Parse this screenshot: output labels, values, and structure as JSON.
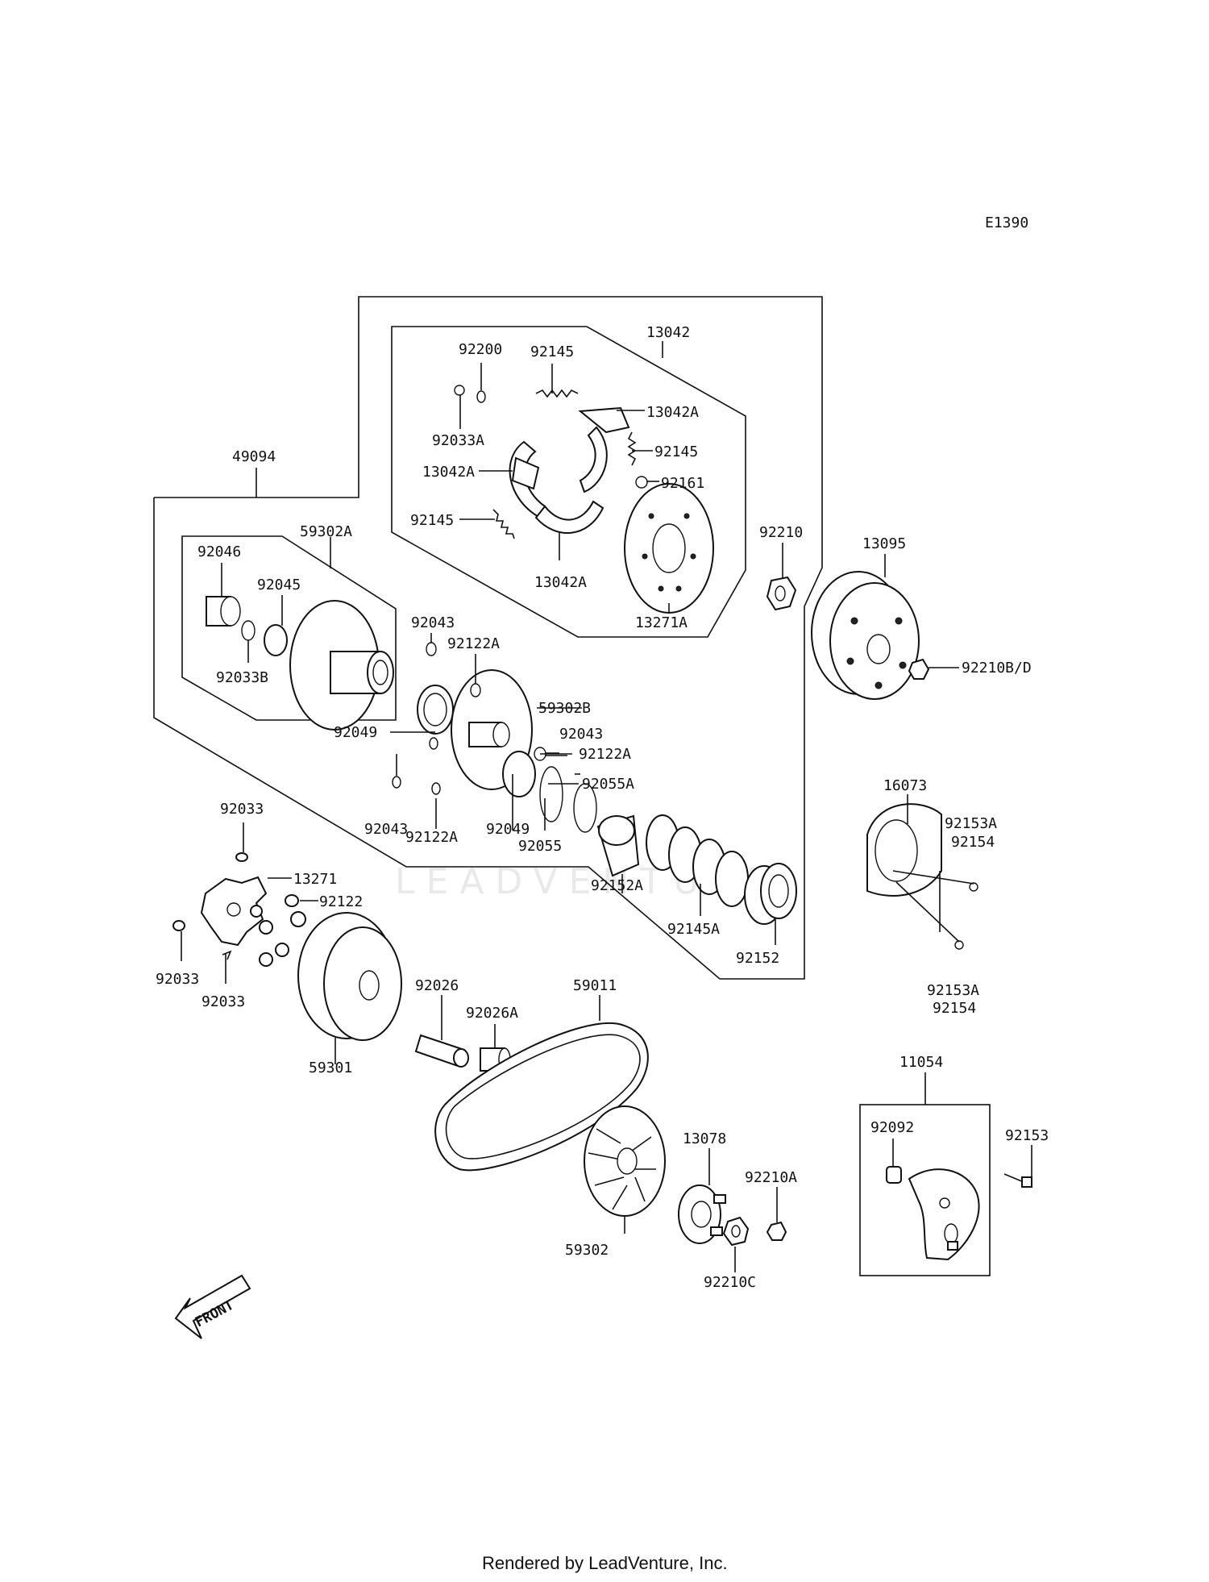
{
  "diagram_code": "E1390",
  "footer": "Rendered by LeadVenture, Inc.",
  "watermark": "LEADVENTURE",
  "front_label": "FRONT",
  "labels": {
    "p13042": "13042",
    "p92200": "92200",
    "p92145_top": "92145",
    "p13042A_a": "13042A",
    "p92033A": "92033A",
    "p92145_r": "92145",
    "p13042A_b": "13042A",
    "p92161": "92161",
    "p92145_l": "92145",
    "p49094": "49094",
    "p13042A_c": "13042A",
    "p92210": "92210",
    "p13271A": "13271A",
    "p13095": "13095",
    "p59302A": "59302A",
    "p92046": "92046",
    "p92045": "92045",
    "p92033B": "92033B",
    "p92043_a": "92043",
    "p92122A_a": "92122A",
    "p92210BD": "92210B/D",
    "p59302B": "59302B",
    "p92049_a": "92049",
    "p92043_b": "92043",
    "p92122A_b": "92122A",
    "p92055A": "92055A",
    "p16073": "16073",
    "p92043_c": "92043",
    "p92153A_a": "92153A",
    "p92154_a": "92154",
    "p92122A_c": "92122A",
    "p92049_b": "92049",
    "p92055": "92055",
    "p92033_a": "92033",
    "p13271": "13271",
    "p92152A": "92152A",
    "p92122": "92122",
    "p92145A": "92145A",
    "p92152": "92152",
    "p92033_b": "92033",
    "p92033_c": "92033",
    "p92026": "92026",
    "p59011": "59011",
    "p92153A_b": "92153A",
    "p92154_b": "92154",
    "p92026A": "92026A",
    "p59301": "59301",
    "p11054": "11054",
    "p92092": "92092",
    "p92153": "92153",
    "p13078": "13078",
    "p92210A": "92210A",
    "p59302": "59302",
    "p92210C": "92210C"
  }
}
